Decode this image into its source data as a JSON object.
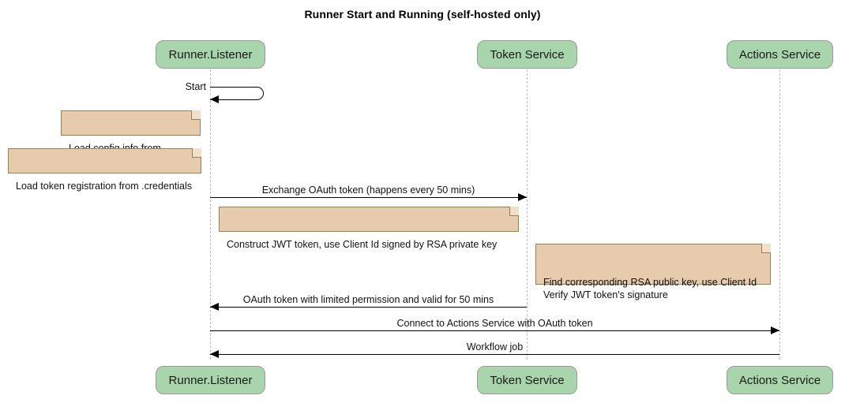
{
  "diagram": {
    "type": "sequence-diagram",
    "title": "Runner Start and Running (self-hosted only)",
    "colors": {
      "participant_fill": "#a8d5ab",
      "participant_border": "#9a9a9a",
      "note_fill": "#e6ccad",
      "note_border": "#9b7f54",
      "lifeline": "#bdbdbd",
      "arrow": "#000000",
      "background": "#ffffff"
    },
    "participants": [
      {
        "id": "runner",
        "label": "Runner.Listener"
      },
      {
        "id": "token",
        "label": "Token Service"
      },
      {
        "id": "actions",
        "label": "Actions Service"
      }
    ],
    "participants_bottom": [
      {
        "id": "runner",
        "label": "Runner.Listener"
      },
      {
        "id": "token",
        "label": "Token Service"
      },
      {
        "id": "actions",
        "label": "Actions Service"
      }
    ],
    "messages": [
      {
        "id": "m1",
        "label": "Start",
        "from": "runner",
        "to": "runner",
        "kind": "self",
        "direction": "self"
      },
      {
        "id": "m2",
        "label": "Exchange OAuth token (happens every 50 mins)",
        "from": "runner",
        "to": "token",
        "kind": "sync",
        "direction": "right"
      },
      {
        "id": "m3",
        "label": "OAuth token with limited permission and valid for 50 mins",
        "from": "token",
        "to": "runner",
        "kind": "return",
        "direction": "left"
      },
      {
        "id": "m4",
        "label": "Connect to Actions Service with OAuth token",
        "from": "runner",
        "to": "actions",
        "kind": "sync",
        "direction": "right"
      },
      {
        "id": "m5",
        "label": "Workflow job",
        "from": "actions",
        "to": "runner",
        "kind": "return",
        "direction": "left"
      }
    ],
    "notes": [
      {
        "id": "n1",
        "text": "Load config info from .runner",
        "attached_to": "runner",
        "lines": 1
      },
      {
        "id": "n2",
        "text": "Load token registration from .credentials",
        "attached_to": "runner",
        "lines": 1
      },
      {
        "id": "n3",
        "text": "Construct JWT token, use Client Id signed by RSA private key",
        "attached_to": "runner",
        "lines": 1
      },
      {
        "id": "n4",
        "text": "Find corresponding RSA public key, use Client Id\nVerify JWT token's signature",
        "attached_to": "token",
        "lines": 2
      }
    ]
  }
}
